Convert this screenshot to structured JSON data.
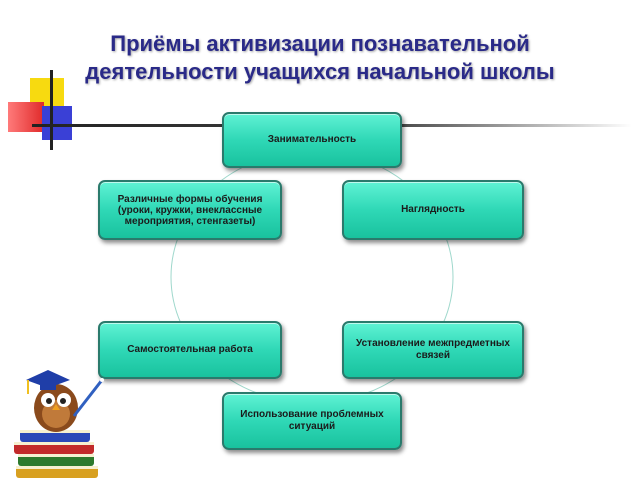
{
  "title": {
    "line1": "Приёмы активизации познавательной",
    "line2": "деятельности учащихся начальной школы"
  },
  "nodes": {
    "top": "Занимательность",
    "left_upper": "Различные формы обучения (уроки, кружки, внеклассные мероприятия, стенгазеты)",
    "right_upper": "Наглядность",
    "left_lower": "Самостоятельная работа",
    "right_lower": "Установление межпредметных связей",
    "bottom": "Использование проблемных ситуаций"
  },
  "colors": {
    "title": "#2a2a88",
    "node_fill": "#2fd8b6",
    "node_border": "#2a7a6c",
    "deco_yellow": "#f5d800",
    "deco_red": "#e83a3a",
    "deco_blue": "#3a3ad8"
  }
}
